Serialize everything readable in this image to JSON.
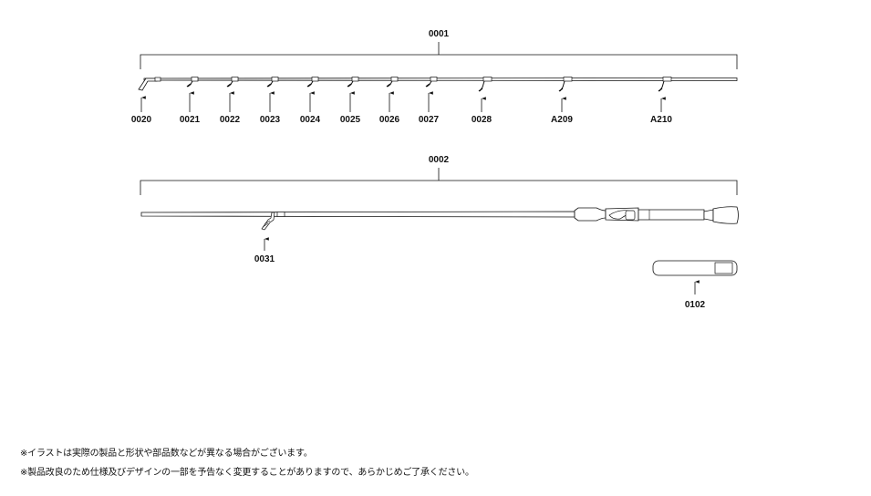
{
  "section_1": {
    "assembly_label": "0001",
    "guide_labels": [
      "0020",
      "0021",
      "0022",
      "0023",
      "0024",
      "0025",
      "0026",
      "0027",
      "0028",
      "A209",
      "A210"
    ]
  },
  "section_2": {
    "assembly_label": "0002",
    "guide_label": "0031",
    "accessory_label": "0102"
  },
  "notes": [
    "※イラストは実際の製品と形状や部品数などが異なる場合がございます。",
    "※製品改良のため仕様及びデザインの一部を予告なく変更することがありますので、あらかじめご了承ください。"
  ]
}
